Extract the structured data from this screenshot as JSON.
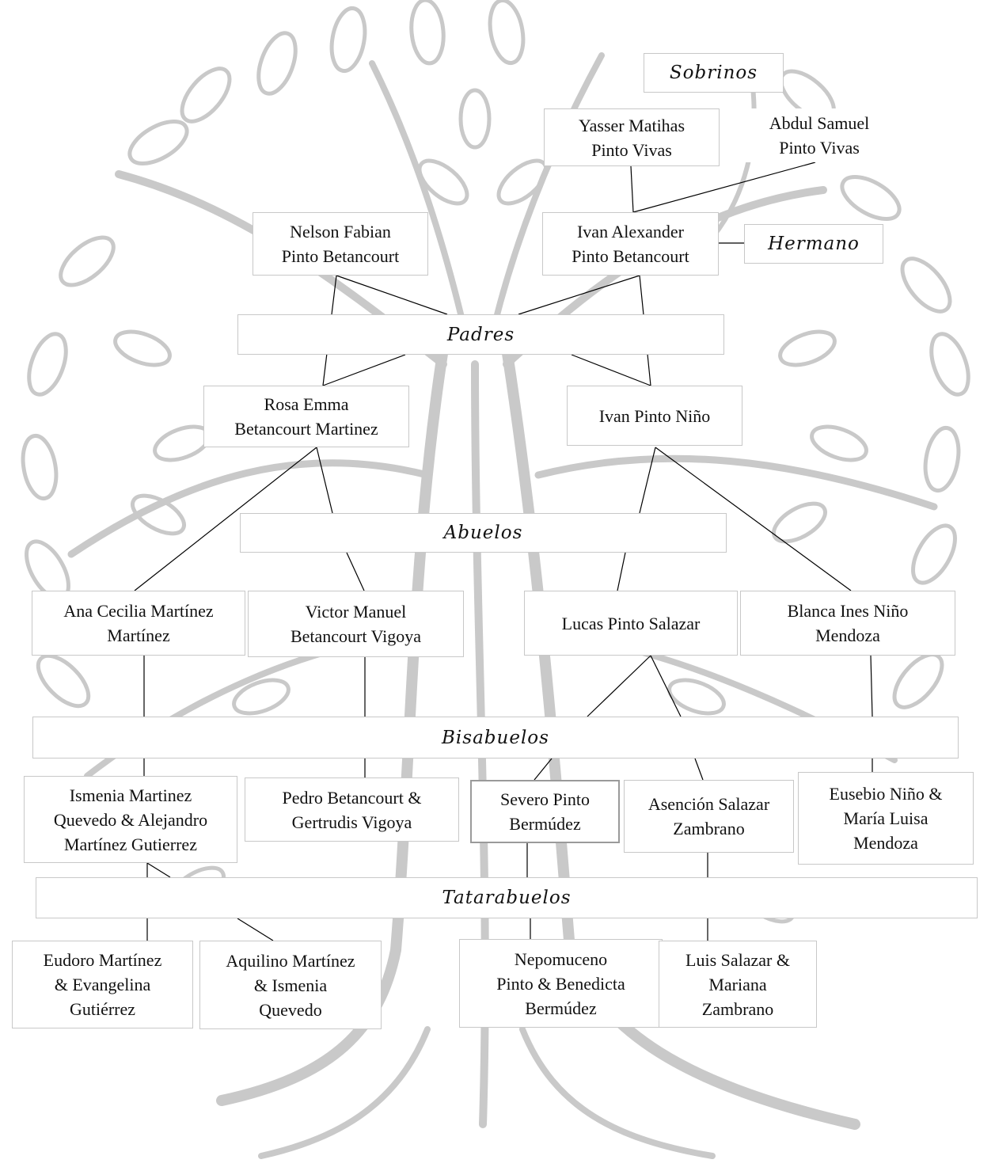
{
  "generations": {
    "sobrinos": "Sobrinos",
    "hermano": "Hermano",
    "padres": "Padres",
    "abuelos": "Abuelos",
    "bisabuelos": "Bisabuelos",
    "tatarabuelos": "Tatarabuelos"
  },
  "people": {
    "yasser": "Yasser Matihas\nPinto Vivas",
    "abdul": "Abdul Samuel\nPinto Vivas",
    "nelson": "Nelson Fabian\nPinto Betancourt",
    "ivan_alexander": "Ivan Alexander\nPinto Betancourt",
    "rosa": "Rosa Emma\nBetancourt Martinez",
    "ivan_pinto": "Ivan Pinto Niño",
    "ana": "Ana Cecilia Martínez\nMartínez",
    "victor": "Victor Manuel\nBetancourt Vigoya",
    "lucas": "Lucas Pinto Salazar",
    "blanca": "Blanca Ines Niño\nMendoza",
    "ismenia_alejandro": "Ismenia Martinez\nQuevedo & Alejandro\nMartínez Gutierrez",
    "pedro": "Pedro Betancourt &\nGertrudis Vigoya",
    "severo": "Severo Pinto\nBermúdez",
    "asencion": "Asención Salazar\nZambrano",
    "eusebio": "Eusebio Niño &\nMaría Luisa\nMendoza",
    "eudoro": "Eudoro Martínez\n& Evangelina\nGutiérrez",
    "aquilino": "Aquilino Martínez\n& Ismenia\nQuevedo",
    "nepomuceno": "Nepomuceno\nPinto & Benedicta\nBermúdez",
    "luis": "Luis Salazar &\nMariana\nZambrano"
  },
  "colors": {
    "tree": "#c9c9c9",
    "connector": "#000000",
    "box_border": "#c8c8c8"
  },
  "icons": {
    "background": "tree-illustration"
  }
}
